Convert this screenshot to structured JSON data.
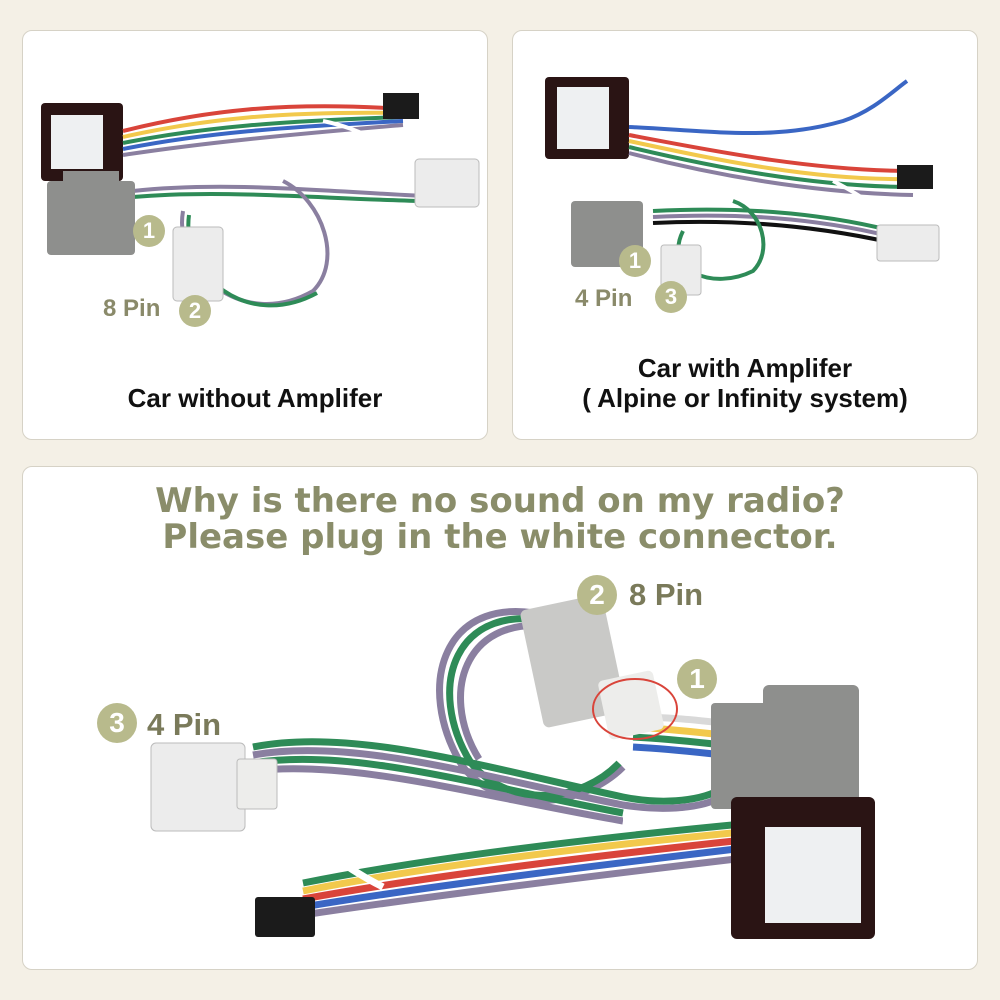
{
  "panel_a": {
    "caption": "Car without Amplifer",
    "badge_1": "1",
    "badge_2": "2",
    "pin_label": "8 Pin"
  },
  "panel_b": {
    "caption_line1": "Car with Amplifer",
    "caption_line2": "( Alpine or Infinity system)",
    "badge_1": "1",
    "badge_3": "3",
    "pin_label": "4 Pin"
  },
  "panel_c": {
    "headline_line1": "Why is there no sound on my radio?",
    "headline_line2": "Please plug in the white connector.",
    "badge_2": "2",
    "pin_8_label": "8 Pin",
    "badge_1": "1",
    "badge_3": "3",
    "pin_4_label": "4 Pin"
  },
  "colors": {
    "background": "#f4f0e6",
    "badge": "#b8ba8c",
    "headline": "#8a8d6a",
    "highlight_circle": "#d9443a"
  }
}
